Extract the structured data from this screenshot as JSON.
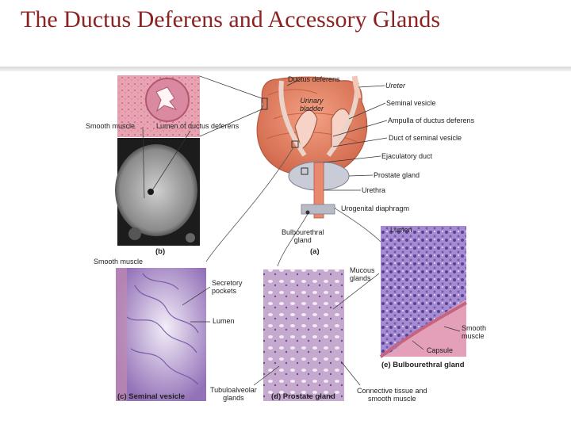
{
  "slide": {
    "title": "The Ductus Deferens and Accessory Glands"
  },
  "figure": {
    "panel_a": {
      "letter": "(a)",
      "labels": {
        "ductus_deferens": "Ductus deferens",
        "ureter": "Ureter",
        "urinary_bladder": "Urinary\nbladder",
        "seminal_vesicle": "Seminal vesicle",
        "ampulla": "Ampulla of ductus deferens",
        "duct_seminal_vesicle": "Duct of seminal vesicle",
        "ejaculatory_duct": "Ejaculatory duct",
        "prostate_gland": "Prostate gland",
        "urethra": "Urethra",
        "urogenital_diaphragm": "Urogenital diaphragm",
        "bulbourethral_gland": "Bulbourethral\ngland"
      }
    },
    "panel_b": {
      "letter": "(b)",
      "labels": {
        "smooth_muscle": "Smooth muscle",
        "lumen": "Lumen of ductus deferens"
      }
    },
    "panel_c": {
      "caption": "(c) Seminal vesicle",
      "labels": {
        "smooth_muscle": "Smooth muscle",
        "secretory_pockets": "Secretory\npockets",
        "lumen": "Lumen"
      }
    },
    "panel_d": {
      "caption": "(d) Prostate gland",
      "labels": {
        "tubuloalveolar": "Tubuloalveolar\nglands",
        "mucous_glands": "Mucous\nglands",
        "connective_tissue": "Connective tissue and\nsmooth muscle"
      }
    },
    "panel_e": {
      "caption": "(e) Bulbourethral gland",
      "labels": {
        "lumen": "Lumen",
        "smooth_muscle": "Smooth\nmuscle",
        "capsule": "Capsule"
      }
    }
  },
  "colors": {
    "title": "#8b2323",
    "tissue_pink": "#e9a0b3",
    "tissue_purple": "#8a63b8",
    "bladder": "#e98a6a",
    "prostate": "#c9cbd6"
  }
}
